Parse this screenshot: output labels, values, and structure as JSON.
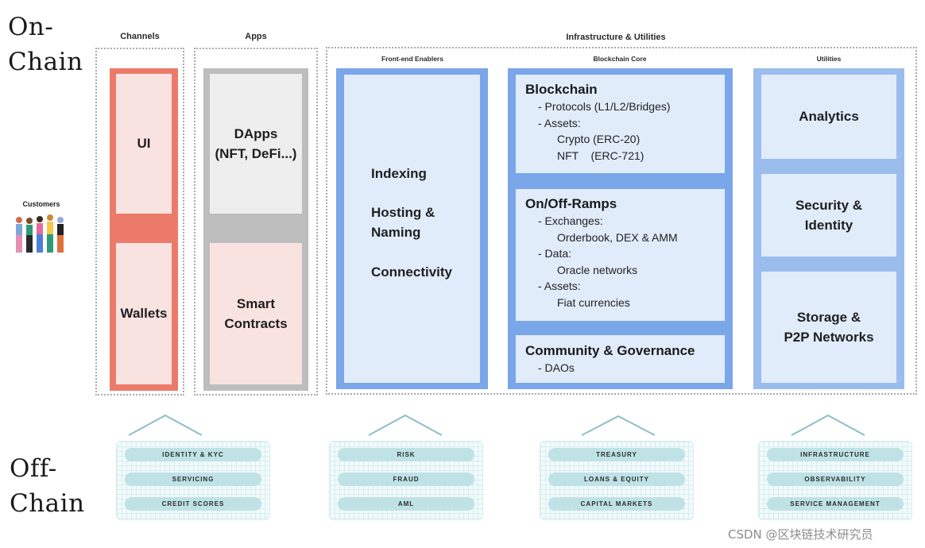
{
  "side_labels": {
    "on_chain_1": "On-",
    "on_chain_2": "Chain",
    "off_chain_1": "Off-",
    "off_chain_2": "Chain"
  },
  "customers": {
    "label": "Customers",
    "icon": "group-of-people-icon"
  },
  "channels": {
    "title": "Channels",
    "items": [
      "UI",
      "Wallets"
    ]
  },
  "apps": {
    "title": "Apps",
    "items": [
      "DApps\n(NFT, DeFi...)",
      "Smart\nContracts"
    ]
  },
  "infrastructure": {
    "title": "Infrastructure & Utilities",
    "frontend": {
      "title": "Front-end Enablers",
      "items": [
        "Indexing",
        "Hosting &\nNaming",
        "Connectivity"
      ]
    },
    "core": {
      "title": "Blockchain Core",
      "boxes": [
        {
          "title": "Blockchain",
          "lines": [
            {
              "level": 1,
              "text": "- Protocols (L1/L2/Bridges)"
            },
            {
              "level": 1,
              "text": "- Assets:"
            },
            {
              "level": 2,
              "text": "Crypto (ERC-20)"
            },
            {
              "level": 2,
              "text": "NFT    (ERC-721)"
            }
          ]
        },
        {
          "title": "On/Off-Ramps",
          "lines": [
            {
              "level": 1,
              "text": "- Exchanges:"
            },
            {
              "level": 2,
              "text": "Orderbook, DEX & AMM"
            },
            {
              "level": 1,
              "text": "- Data:"
            },
            {
              "level": 2,
              "text": "Oracle networks"
            },
            {
              "level": 1,
              "text": "- Assets:"
            },
            {
              "level": 2,
              "text": "Fiat currencies"
            }
          ]
        },
        {
          "title": "Community & Governance",
          "lines": [
            {
              "level": 1,
              "text": "- DAOs"
            }
          ]
        }
      ]
    },
    "utilities": {
      "title": "Utilities",
      "items": [
        "Analytics",
        "Security &\nIdentity",
        "Storage &\nP2P Networks"
      ]
    }
  },
  "off_chain_groups": [
    {
      "items": [
        "IDENTITY & KYC",
        "SERVICING",
        "CREDIT SCORES"
      ]
    },
    {
      "items": [
        "RISK",
        "FRAUD",
        "AML"
      ]
    },
    {
      "items": [
        "TREASURY",
        "LOANS & EQUITY",
        "CAPITAL MARKETS"
      ]
    },
    {
      "items": [
        "INFRASTRUCTURE",
        "OBSERVABILITY",
        "SERVICE MANAGEMENT"
      ]
    }
  ],
  "watermark": "CSDN @区块链技术研究员"
}
